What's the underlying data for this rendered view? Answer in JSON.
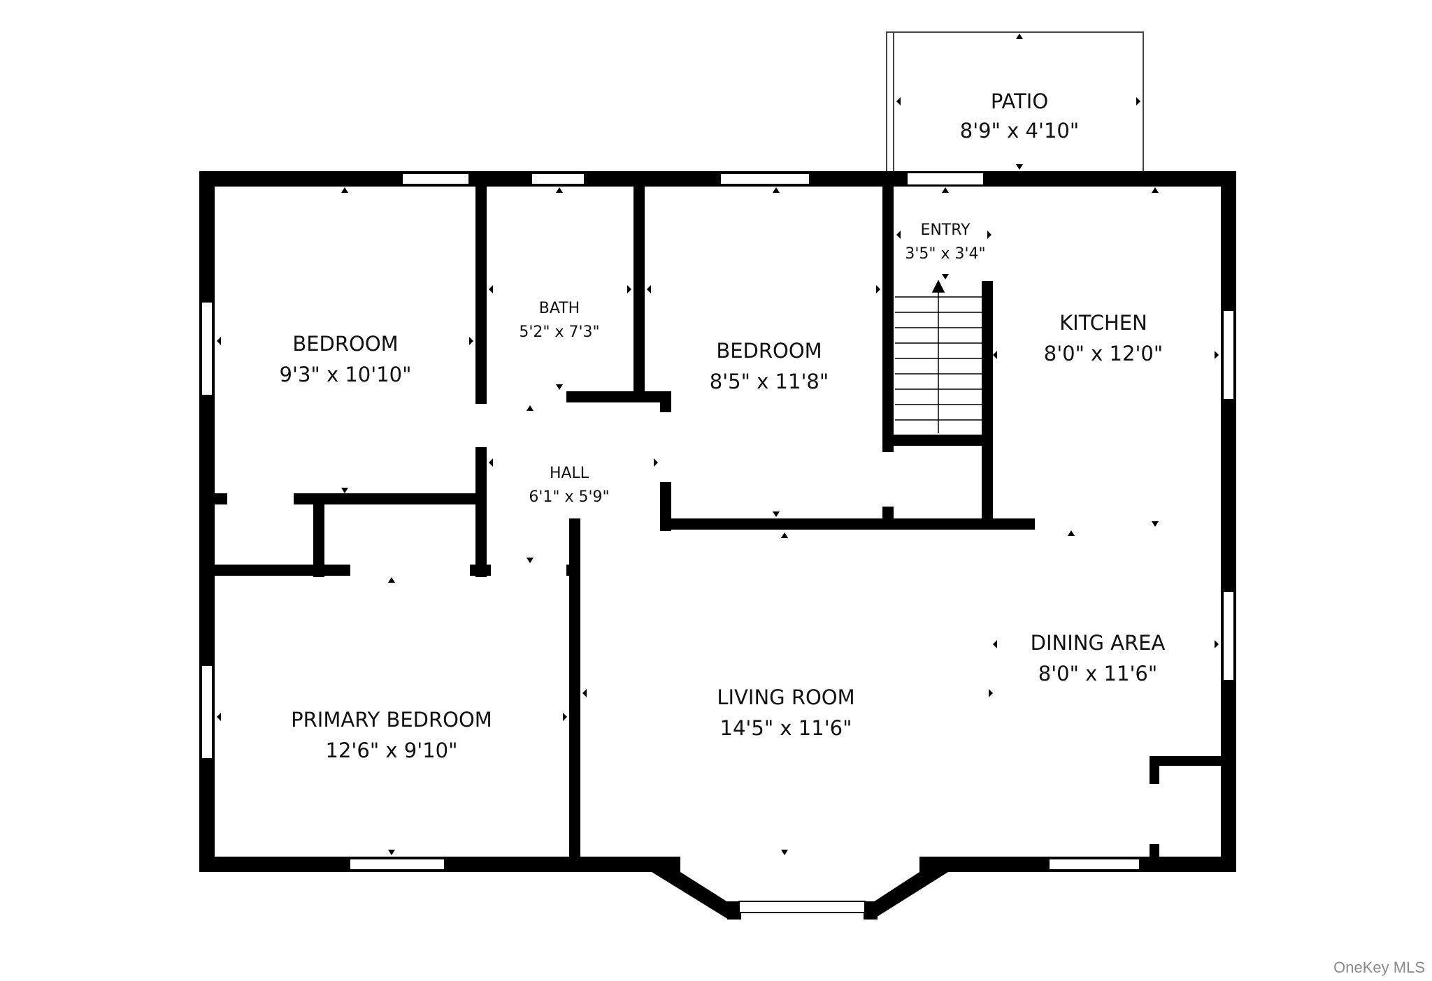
{
  "colors": {
    "wall": "#000000",
    "window": "#ffffff",
    "text": "#111111",
    "watermark": "#8a8a8a"
  },
  "rooms": {
    "patio": {
      "name": "PATIO",
      "dims": "8'9\" x 4'10\""
    },
    "entry": {
      "name": "ENTRY",
      "dims": "3'5\" x 3'4\""
    },
    "bedroom_nw": {
      "name": "BEDROOM",
      "dims": "9'3\" x 10'10\""
    },
    "bath": {
      "name": "BATH",
      "dims": "5'2\" x 7'3\""
    },
    "bedroom_mid": {
      "name": "BEDROOM",
      "dims": "8'5\" x 11'8\""
    },
    "kitchen": {
      "name": "KITCHEN",
      "dims": "8'0\" x 12'0\""
    },
    "hall": {
      "name": "HALL",
      "dims": "6'1\" x 5'9\""
    },
    "dining": {
      "name": "DINING AREA",
      "dims": "8'0\" x 11'6\""
    },
    "living": {
      "name": "LIVING ROOM",
      "dims": "14'5\" x 11'6\""
    },
    "primary": {
      "name": "PRIMARY BEDROOM",
      "dims": "12'6\" x 9'10\""
    }
  },
  "watermark": "OneKey MLS"
}
